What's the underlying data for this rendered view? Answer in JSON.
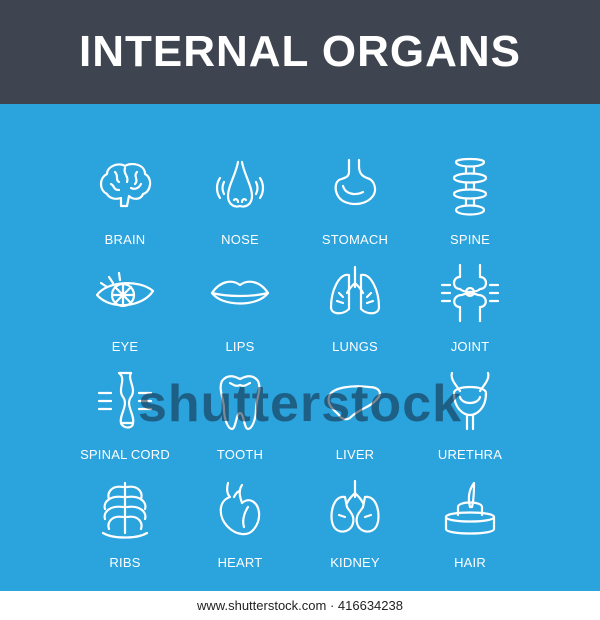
{
  "header": {
    "title": "INTERNAL ORGANS"
  },
  "colors": {
    "header_bg": "#3e4450",
    "panel_bg": "#2ba3dd",
    "icon": "#ffffff"
  },
  "icons": [
    {
      "label": "BRAIN",
      "icon": "brain-icon"
    },
    {
      "label": "NOSE",
      "icon": "nose-icon"
    },
    {
      "label": "STOMACH",
      "icon": "stomach-icon"
    },
    {
      "label": "SPINE",
      "icon": "spine-icon"
    },
    {
      "label": "EYE",
      "icon": "eye-icon"
    },
    {
      "label": "LIPS",
      "icon": "lips-icon"
    },
    {
      "label": "LUNGS",
      "icon": "lungs-icon"
    },
    {
      "label": "JOINT",
      "icon": "joint-icon"
    },
    {
      "label": "SPINAL CORD",
      "icon": "spinal-cord-icon"
    },
    {
      "label": "TOOTH",
      "icon": "tooth-icon"
    },
    {
      "label": "LIVER",
      "icon": "liver-icon"
    },
    {
      "label": "URETHRA",
      "icon": "urethra-icon"
    },
    {
      "label": "RIBS",
      "icon": "ribs-icon"
    },
    {
      "label": "HEART",
      "icon": "heart-icon"
    },
    {
      "label": "KIDNEY",
      "icon": "kidney-icon"
    },
    {
      "label": "HAIR",
      "icon": "hair-icon"
    }
  ],
  "watermark": "shutterstock",
  "footer": {
    "text": "www.shutterstock.com · 416634238"
  }
}
